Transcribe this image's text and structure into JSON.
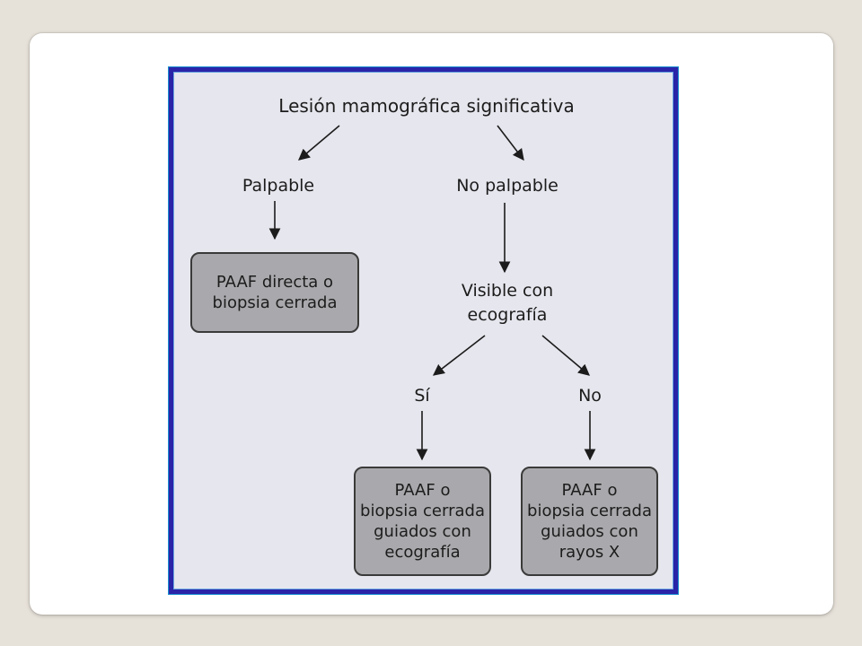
{
  "diagram": {
    "root": "Lesión mamográfica significativa",
    "palpable": "Palpable",
    "no_palpable": "No palpable",
    "visible_line1": "Visible con",
    "visible_line2": "ecografía",
    "si": "Sí",
    "no": "No",
    "box_palpable": [
      "PAAF directa o",
      "biopsia cerrada"
    ],
    "box_si": [
      "PAAF o",
      "biopsia cerrada",
      "guiados con",
      "ecografía"
    ],
    "box_no": [
      "PAAF o",
      "biopsia cerrada",
      "guiados con",
      "rayos X"
    ]
  },
  "colors": {
    "frame": "#2a24a8",
    "panel": "#e6e6ee",
    "box_fill": "#a9a9ad",
    "page_bg": "#e6e1d9"
  }
}
